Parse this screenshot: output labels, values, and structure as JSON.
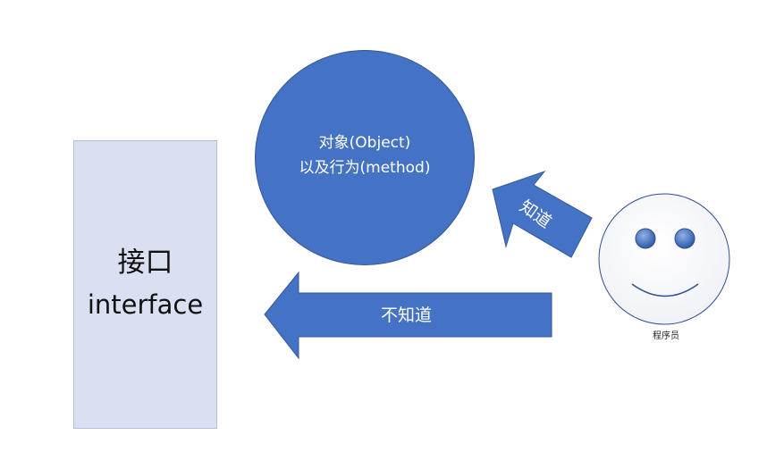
{
  "interface": {
    "title": "接口",
    "subtitle": "interface"
  },
  "object": {
    "line1": "对象(Object)",
    "line2": "以及行为(method)"
  },
  "arrows": {
    "know_label": "知道",
    "dont_know_label": "不知道"
  },
  "programmer": {
    "caption": "程序员"
  },
  "colors": {
    "blue": "#4472c4",
    "interface_fill": "#dae0f2"
  }
}
